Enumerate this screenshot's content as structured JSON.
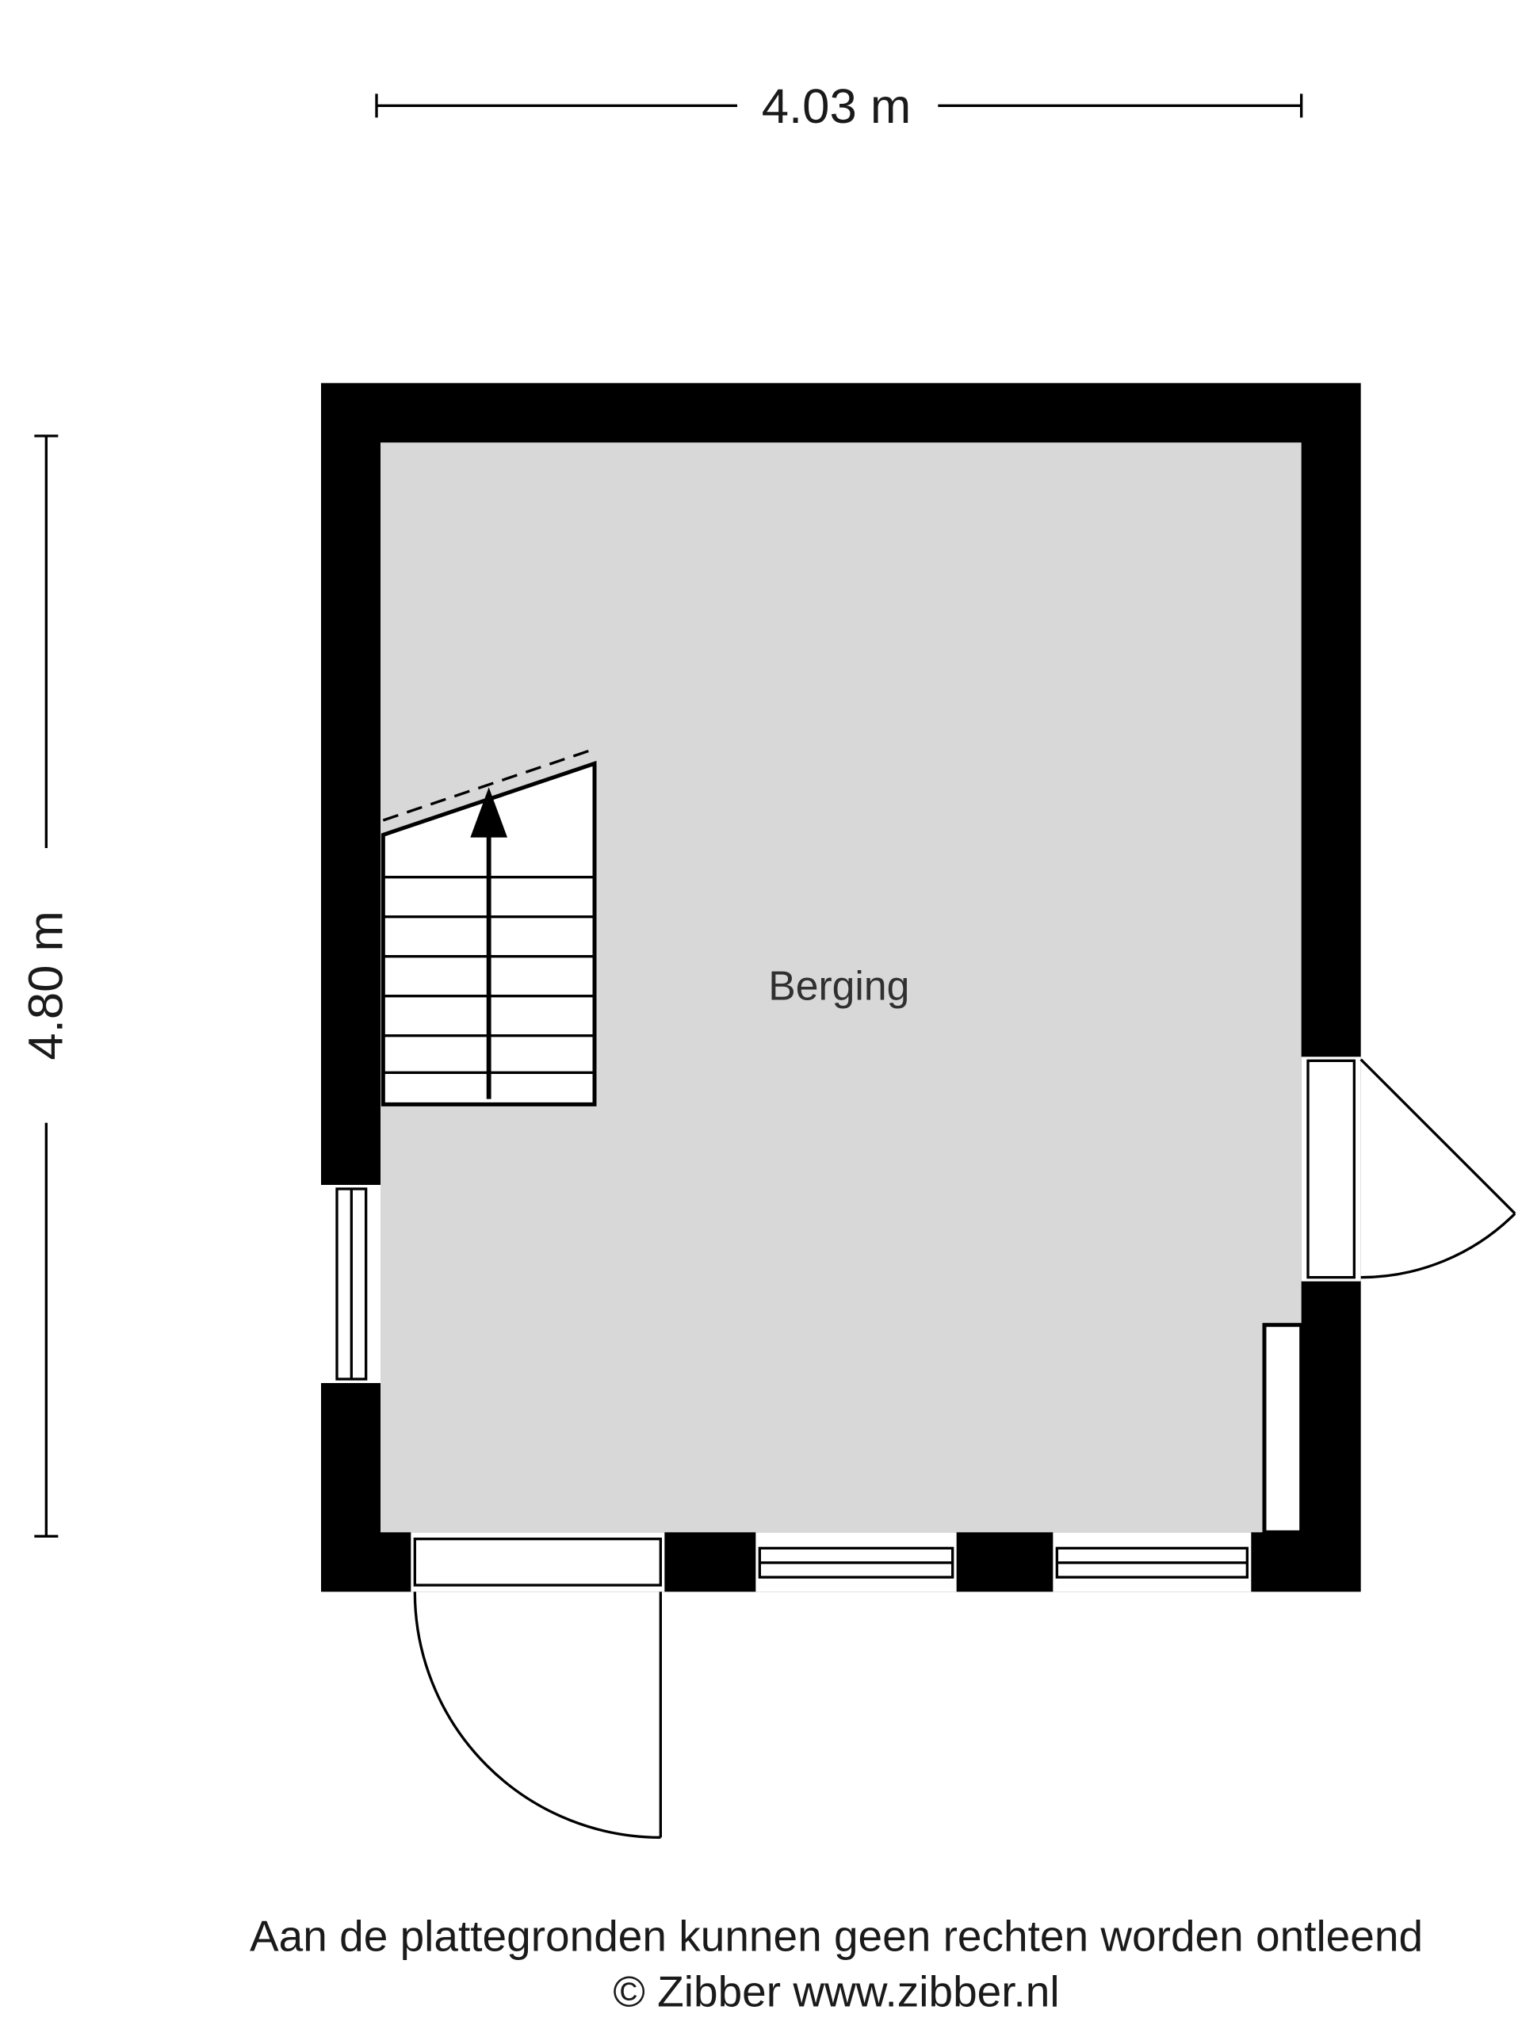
{
  "dimensions": {
    "width": "4.03 m",
    "height": "4.80 m"
  },
  "room": {
    "label": "Berging"
  },
  "footer": {
    "disclaimer": "Aan de plattegronden kunnen geen rechten worden ontleend",
    "copyright": "© Zibber www.zibber.nl"
  },
  "icons": {
    "stairs_up_arrow": "↑"
  },
  "colors": {
    "wall": "#000000",
    "floor": "#d8d8d8",
    "line": "#000000",
    "background": "#ffffff"
  }
}
